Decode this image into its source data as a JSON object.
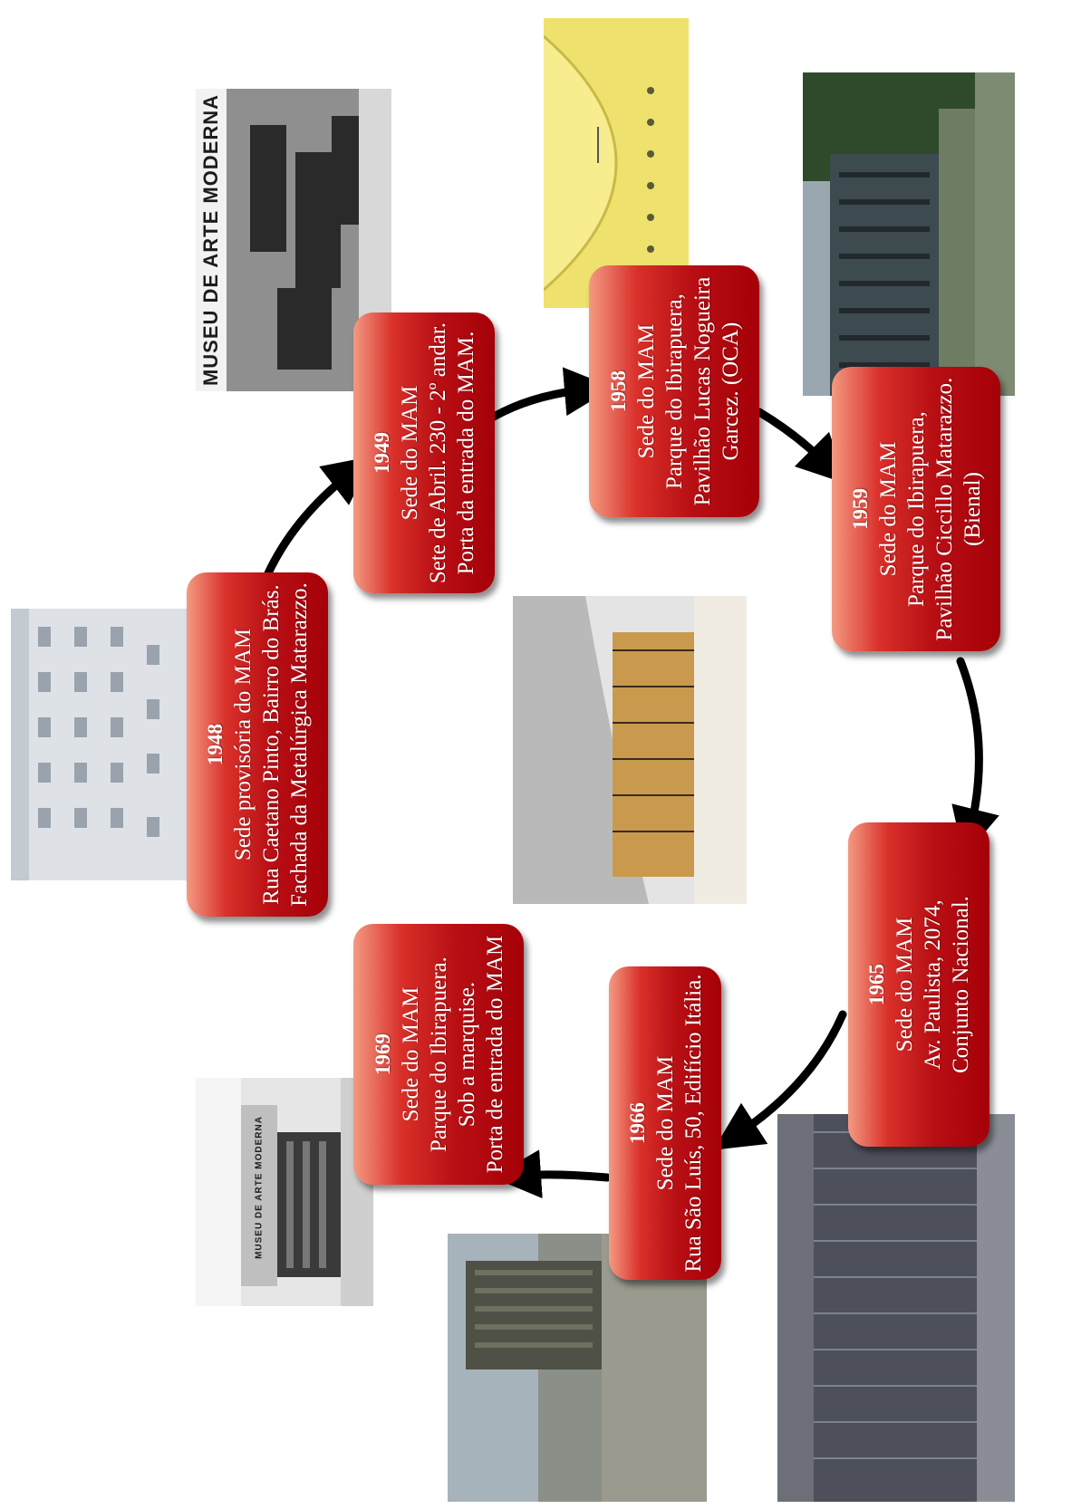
{
  "nodes": [
    {
      "id": "1948",
      "year": "1948",
      "lines": [
        "Sede provisória do MAM",
        "Rua Caetano Pinto, Bairro do Brás.",
        "Fachada da Metalúrgica Matarazzo."
      ]
    },
    {
      "id": "1949",
      "year": "1949",
      "lines": [
        "Sede do MAM",
        "Sete de Abril. 230 - 2º andar.",
        "Porta da entrada do MAM."
      ]
    },
    {
      "id": "1958",
      "year": "1958",
      "lines": [
        "Sede do MAM",
        "Parque do Ibirapuera,",
        "Pavilhão Lucas Nogueira",
        "Garcez. (OCA)"
      ]
    },
    {
      "id": "1959",
      "year": "1959",
      "lines": [
        "Sede do MAM",
        "Parque do Ibirapuera,",
        "Pavilhão Ciccillo Matarazzo.",
        "(Bienal)"
      ]
    },
    {
      "id": "1965",
      "year": "1965",
      "lines": [
        "Sede do MAM",
        "Av. Paulista, 2074,",
        "Conjunto Nacional."
      ]
    },
    {
      "id": "1966",
      "year": "1966",
      "lines": [
        "Sede do MAM",
        "Rua São Luís, 50, Edifício Itália."
      ]
    },
    {
      "id": "1969",
      "year": "1969",
      "lines": [
        "Sede do MAM",
        "Parque do Ibirapuera.",
        "Sob a marquise.",
        "Porta de entrada do MAM"
      ]
    }
  ],
  "photos": {
    "museu_sign_1949": "MUSEU DE ARTE MODERNA",
    "museu_sign_1969": "MUSEU DE ARTE MODERNA"
  }
}
